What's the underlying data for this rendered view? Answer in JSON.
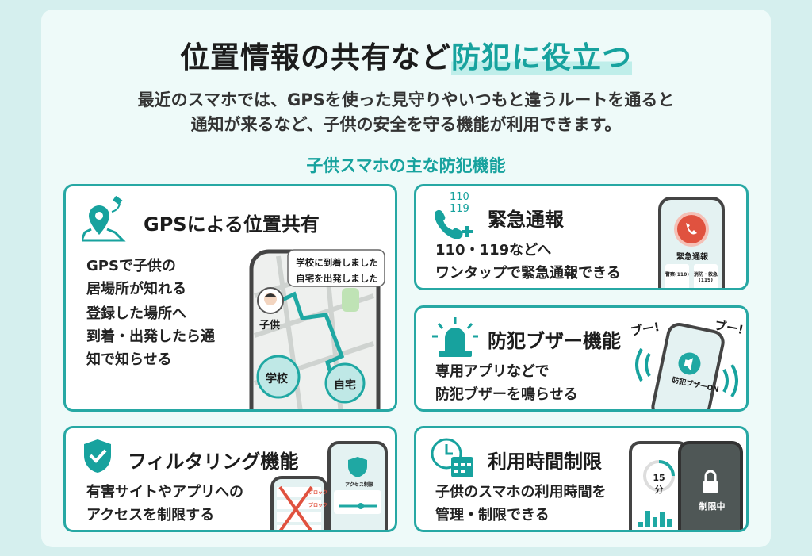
{
  "title": {
    "main": "位置情報の共有など",
    "highlight": "防犯に役立つ"
  },
  "subtitle": [
    "最近のスマホでは、GPSを使った見守りやいつもと違うルートを通ると",
    "通知が来るなど、子供の安全を守る機能が利用できます。"
  ],
  "section_heading": "子供スマホの主な防犯機能",
  "colors": {
    "accent": "#17a29e",
    "border": "#27a8a4",
    "background": "#d5efee",
    "alert_red": "#e0523f"
  },
  "cards": [
    {
      "title": "GPSによる位置共有",
      "icon": "map-pin-satellite-icon",
      "desc": [
        "GPSで子供の",
        "居場所が知れる"
      ],
      "desc2": [
        "登録した場所へ",
        "到着・出発したら通",
        "知で知らせる"
      ],
      "mock": {
        "bubble": [
          "学校に到着しました",
          "自宅を出発しました"
        ],
        "child": "子供",
        "school": "学校",
        "home": "自宅"
      }
    },
    {
      "title": "緊急通報",
      "icon": "phone-110-119-icon",
      "icon_numbers": [
        "110",
        "119"
      ],
      "desc": [
        "110・119などへ",
        "ワンタップで緊急通報できる"
      ],
      "mock": {
        "label": "緊急通報",
        "btn1": "警察(110)",
        "btn2": "消防・救急(119)"
      }
    },
    {
      "title": "防犯ブザー機能",
      "icon": "siren-icon",
      "desc": [
        "専用アプリなどで",
        "防犯ブザーを鳴らせる"
      ],
      "mock": {
        "label": "防犯ブザーON",
        "sound1": "ブー!",
        "sound2": "ブー!"
      }
    },
    {
      "title": "フィルタリング機能",
      "icon": "shield-check-icon",
      "desc": [
        "有害サイトやアプリへの",
        "アクセスを制限する"
      ],
      "mock": {
        "block1": "ブロック",
        "block2": "ブロック",
        "screen_title": "アクセス制限"
      }
    },
    {
      "title": "利用時間制限",
      "icon": "clock-calendar-icon",
      "desc": [
        "子供のスマホの利用時間を",
        "管理・制限できる"
      ],
      "mock": {
        "remaining": "15分",
        "locked": "制限中"
      }
    }
  ]
}
